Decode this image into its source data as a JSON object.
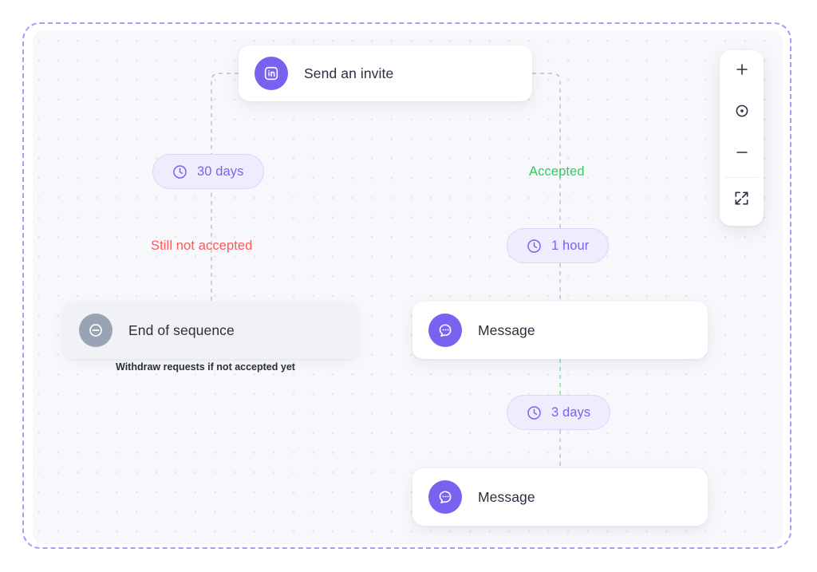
{
  "canvas": {
    "frame_border_color": "#a89cf5",
    "background_color": "#f7f8fb",
    "dot_color": "#e3e5ea",
    "connector_color": "#b9bdc9"
  },
  "nodes": [
    {
      "id": "send-invite",
      "label": "Send an invite",
      "icon": "linkedin-icon",
      "icon_color": "#7b61f0",
      "card_color": "#ffffff"
    },
    {
      "id": "end-of-sequence",
      "label": "End of sequence",
      "icon": "minus-circle-icon",
      "icon_color": "#9aa2b5",
      "card_color": "#f1f2f5",
      "caption": "Withdraw requests if not accepted yet"
    },
    {
      "id": "message-1",
      "label": "Message",
      "icon": "chat-bubble-icon",
      "icon_color": "#7b61f0",
      "card_color": "#ffffff"
    },
    {
      "id": "message-2",
      "label": "Message",
      "icon": "chat-bubble-icon",
      "icon_color": "#7b61f0",
      "card_color": "#ffffff"
    }
  ],
  "delays": [
    {
      "id": "delay-30-days",
      "label": "30 days",
      "icon": "clock-icon",
      "color": "#7b61f0"
    },
    {
      "id": "delay-1-hour",
      "label": "1 hour",
      "icon": "clock-icon",
      "color": "#7b61f0"
    },
    {
      "id": "delay-3-days",
      "label": "3 days",
      "icon": "clock-icon",
      "color": "#7b61f0"
    }
  ],
  "branch_labels": [
    {
      "id": "still-not-accepted",
      "label": "Still not accepted",
      "color": "#fb5a5a"
    },
    {
      "id": "accepted",
      "label": "Accepted",
      "color": "#2ecc5f"
    }
  ],
  "zoom_controls": {
    "buttons": [
      {
        "id": "zoom-in",
        "icon": "plus-icon"
      },
      {
        "id": "zoom-reset",
        "icon": "target-dot-icon"
      },
      {
        "id": "zoom-out",
        "icon": "minus-icon"
      },
      {
        "id": "fit-screen",
        "icon": "expand-arrows-icon"
      }
    ]
  }
}
